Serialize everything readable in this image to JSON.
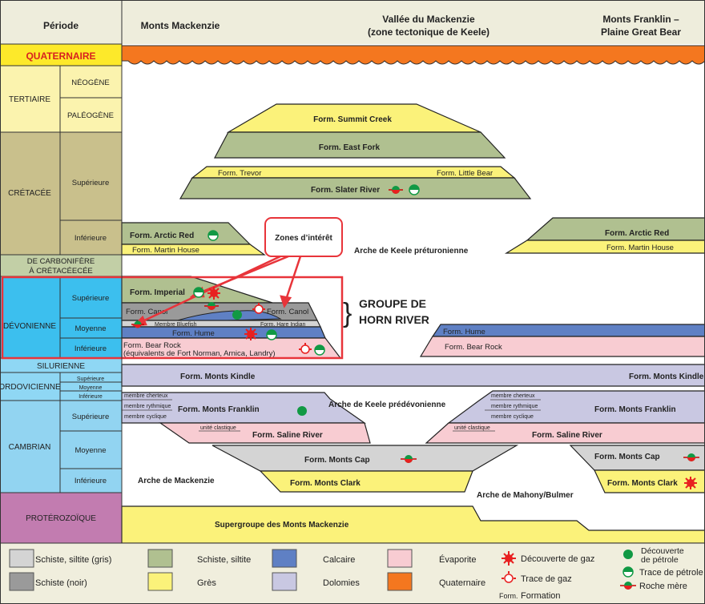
{
  "header": {
    "periode": "Période",
    "col1": "Monts Mackenzie",
    "col2_line1": "Vallée du Mackenzie",
    "col2_line2": "(zone tectonique de Keele)",
    "col3_line1": "Monts Franklin –",
    "col3_line2": "Plaine Great Bear"
  },
  "periods": {
    "quaternaire": "QUATERNAIRE",
    "tertiaire": "TERTIAIRE",
    "neogene": "NÉOGÈNE",
    "paleogene": "PALÉOGÈNE",
    "cretacee": "CRÉTACÉE",
    "cret_sup": "Supérieure",
    "cret_inf": "Inférieure",
    "carb_line1": "DE CARBONIFÈRE",
    "carb_line2": "À CRÉTACÉECÉE",
    "devonienne": "DÉVONIENNE",
    "dev_sup": "Supérieure",
    "dev_moy": "Moyenne",
    "dev_inf": "Inférieure",
    "silurienne": "SILURIENNE",
    "ordovicienne": "ORDOVICIENNE",
    "ord_sup": "Supérieure",
    "ord_moy": "Moyenne",
    "ord_inf": "Inférieure",
    "cambrian": "CAMBRIAN",
    "cam_sup": "Supérieure",
    "cam_moy": "Moyenne",
    "cam_inf": "Inférieure",
    "proterozoique": "PROTÉROZOÏQUE"
  },
  "formations": {
    "summit_creek": "Form. Summit Creek",
    "east_fork": "Form. East Fork",
    "trevor": "Form. Trevor",
    "little_bear": "Form. Little Bear",
    "slater_river": "Form. Slater River",
    "arctic_red_left": "Form. Arctic Red",
    "martin_house_left": "Form. Martin House",
    "arctic_red_right": "Form. Arctic Red",
    "martin_house_right": "Form. Martin House",
    "imperial": "Form. Imperial",
    "canol_left": "Form. Canol",
    "canol_right": "Form. Canol",
    "bluefish": "Membre Bluefish",
    "hare_indian": "Form. Hare Indian",
    "hume_left": "Form. Hume",
    "bear_rock_left_1": "Form. Bear Rock",
    "bear_rock_left_2": "(équivalents de Fort Norman, Arnica, Landry)",
    "hume_right": "Form. Hume",
    "bear_rock_right": "Form. Bear Rock",
    "kindle_left": "Form. Monts Kindle",
    "kindle_right": "Form. Monts Kindle",
    "franklin_left": "Form. Monts Franklin",
    "franklin_right": "Form. Monts Franklin",
    "cherteux": "membre cherteux",
    "rythmique": "membre rythmique",
    "cyclique": "membre cyclique",
    "unite_clastique": "unité clastique",
    "saline_left": "Form. Saline River",
    "saline_right": "Form. Saline River",
    "cap_left": "Form. Monts Cap",
    "cap_right": "Form. Monts Cap",
    "clark_left": "Form. Monts Clark",
    "clark_right": "Form. Monts Clark",
    "supergroupe": "Supergroupe des Monts Mackenzie"
  },
  "annotations": {
    "zones": "Zones d’intérêt",
    "horn_river_1": "GROUPE DE",
    "horn_river_2": "HORN RIVER",
    "arche_preturonienne": "Arche de Keele préturonienne",
    "arche_predevonienne": "Arche de Keele prédévonienne",
    "arche_mackenzie": "Arche de Mackenzie",
    "arche_mahony": "Arche de Mahony/Bulmer"
  },
  "legend": {
    "items": [
      {
        "label": "Schiste, siltite (gris)",
        "color": "#d4d4d4"
      },
      {
        "label": "Schiste (noir)",
        "color": "#9a9a9a"
      },
      {
        "label": "Schiste, siltite",
        "color": "#b0c090"
      },
      {
        "label": "Grès",
        "color": "#fbf27a"
      },
      {
        "label": "Calcaire",
        "color": "#5f80c4"
      },
      {
        "label": "Dolomies",
        "color": "#c9c8e2"
      },
      {
        "label": "Évaporite",
        "color": "#f8ccd2"
      },
      {
        "label": "Quaternaire",
        "color": "#f4771f"
      }
    ],
    "gas_discovery": "Découverte de gaz",
    "gas_trace": "Trace de gaz",
    "form_abbr": "Form.",
    "form_full": "Formation",
    "oil_discovery_1": "Découverte",
    "oil_discovery_2": "de pétrole",
    "oil_trace": "Trace de pétrole",
    "source_rock": "Roche mère"
  },
  "colors": {
    "highlight": "#e8343a",
    "devonian": "#3cbfee",
    "gas": "#e82020",
    "oil": "#119944"
  }
}
